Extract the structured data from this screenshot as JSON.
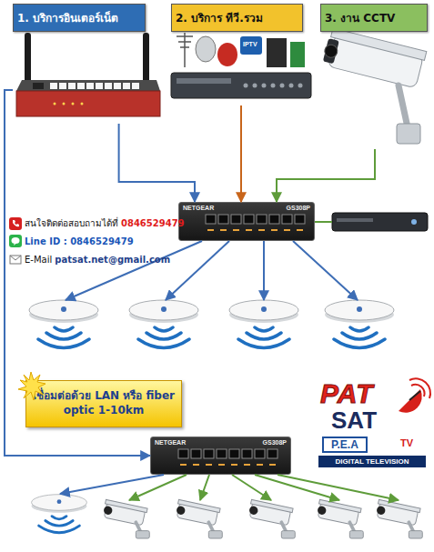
{
  "diagram": {
    "nodes": [
      {
        "text": [
          "1. บริการอินเตอร์เน็ต"
        ]
      },
      {
        "text": [
          "2. บริการ ทีวี.รวม"
        ]
      },
      {
        "text": [
          "3. งาน CCTV"
        ]
      },
      {
        "text": [
          "NETGEAR",
          "GS308P"
        ]
      },
      {
        "text": [
          "เชื่อมต่อด้วย LAN หรือ fiber optic 1-10km"
        ]
      },
      {
        "text": [
          "NETGEAR",
          "GS308P"
        ]
      }
    ],
    "edges": [
      {
        "from": 0,
        "to": 3,
        "arrow": "to"
      },
      {
        "from": 1,
        "to": 3,
        "arrow": "to"
      },
      {
        "from": 2,
        "to": 3,
        "arrow": "to"
      },
      {
        "from": 0,
        "to": 5,
        "arrow": "to"
      }
    ],
    "labels": [
      "IPTV",
      "สนใจติดต่อสอบถามได้ที่",
      "0846529479",
      "Line ID : 0846529479",
      "E-Mail",
      "patsat.net@gmail.com",
      "PAT",
      "SAT",
      "P.E.A",
      "TV",
      "DIGITAL TELEVISION"
    ]
  }
}
